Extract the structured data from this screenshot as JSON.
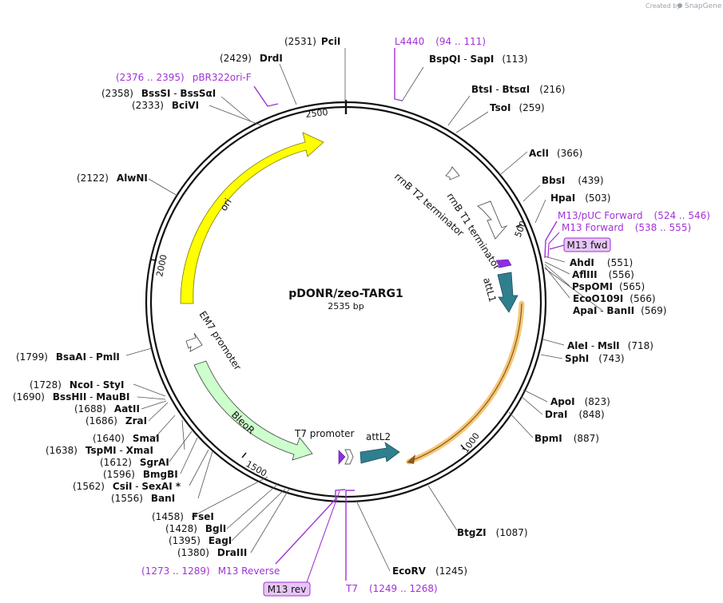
{
  "credit": "Created by",
  "brand": "SnapGene",
  "plasmid": {
    "name": "pDONR/zeo-TARG1",
    "length": "2535 bp"
  },
  "ticks": [
    "2500",
    "500",
    "1000",
    "1500",
    "2000"
  ],
  "features": {
    "ori": "ori",
    "bleor": "BleoR",
    "em7": "EM7 promoter",
    "t7": "T7 promoter",
    "attl1": "attL1",
    "attl2": "attL2",
    "rrnb_t1": "rrnB T1 terminator",
    "rrnb_t2": "rrnB T2 terminator"
  },
  "sites_right": [
    {
      "name": "PciI",
      "pos": "(2531)"
    },
    {
      "name": "BspQI",
      "name2": "SapI",
      "pos": "(113)"
    },
    {
      "name": "BtsI",
      "name2": "BtsαI",
      "pos": "(216)"
    },
    {
      "name": "TsoI",
      "pos": "(259)"
    },
    {
      "name": "AclI",
      "pos": "(366)"
    },
    {
      "name": "BbsI",
      "pos": "(439)"
    },
    {
      "name": "HpaI",
      "pos": "(503)"
    },
    {
      "name": "AhdI",
      "pos": "(551)"
    },
    {
      "name": "AflIII",
      "pos": "(556)"
    },
    {
      "name": "PspOMI",
      "pos": "(565)"
    },
    {
      "name": "EcoO109I",
      "pos": "(566)"
    },
    {
      "name": "ApaI",
      "name2": "BanII",
      "pos": "(569)"
    },
    {
      "name": "AleI",
      "name2": "MslI",
      "pos": "(718)"
    },
    {
      "name": "SphI",
      "pos": "(743)"
    },
    {
      "name": "ApoI",
      "pos": "(823)"
    },
    {
      "name": "DraI",
      "pos": "(848)"
    },
    {
      "name": "BpmI",
      "pos": "(887)"
    },
    {
      "name": "BtgZI",
      "pos": "(1087)"
    },
    {
      "name": "EcoRV",
      "pos": "(1245)"
    }
  ],
  "sites_left": [
    {
      "name": "DrdI",
      "pos": "(2429)"
    },
    {
      "name": "BssSI",
      "name2": "BssSαI",
      "pos": "(2358)"
    },
    {
      "name": "BciVI",
      "pos": "(2333)"
    },
    {
      "name": "AlwNI",
      "pos": "(2122)"
    },
    {
      "name": "BsaAI",
      "name2": "PmlI",
      "pos": "(1799)"
    },
    {
      "name": "NcoI",
      "name2": "StyI",
      "pos": "(1728)"
    },
    {
      "name": "BssHII",
      "name2": "MauBI",
      "pos": "(1690)"
    },
    {
      "name": "AatII",
      "pos": "(1688)"
    },
    {
      "name": "ZraI",
      "pos": "(1686)"
    },
    {
      "name": "SmaI",
      "pos": "(1640)"
    },
    {
      "name": "TspMI",
      "name2": "XmaI",
      "pos": "(1638)"
    },
    {
      "name": "SgrAI",
      "pos": "(1612)"
    },
    {
      "name": "BmgBI",
      "pos": "(1596)"
    },
    {
      "name": "CsiI",
      "name2": "SexAI *",
      "pos": "(1562)"
    },
    {
      "name": "BanI",
      "pos": "(1556)"
    },
    {
      "name": "FseI",
      "pos": "(1458)"
    },
    {
      "name": "BglI",
      "pos": "(1428)"
    },
    {
      "name": "EagI",
      "pos": "(1395)"
    },
    {
      "name": "DraIII",
      "pos": "(1380)"
    }
  ],
  "primers": {
    "l4440": {
      "name": "L4440",
      "range": "(94 .. 111)"
    },
    "pbr322": {
      "name": "pBR322ori-F",
      "range": "(2376 .. 2395)"
    },
    "m13puc": {
      "name": "M13/pUC Forward",
      "range": "(524 .. 546)"
    },
    "m13fwd": {
      "name": "M13 Forward",
      "range": "(538 .. 555)"
    },
    "m13fwd_box": "M13 fwd",
    "m13rev": {
      "name": "M13 Reverse",
      "range": "(1273 .. 1289)"
    },
    "m13rev_box": "M13 rev",
    "t7": {
      "name": "T7",
      "range": "(1249 .. 1268)"
    }
  },
  "colors": {
    "ori": "#ffff00",
    "bleor": "#ccffcc",
    "att": "#2f7f8f",
    "primer": "#a033d6",
    "primer_box": "#e6c6f5",
    "orange": "#f5c878"
  }
}
